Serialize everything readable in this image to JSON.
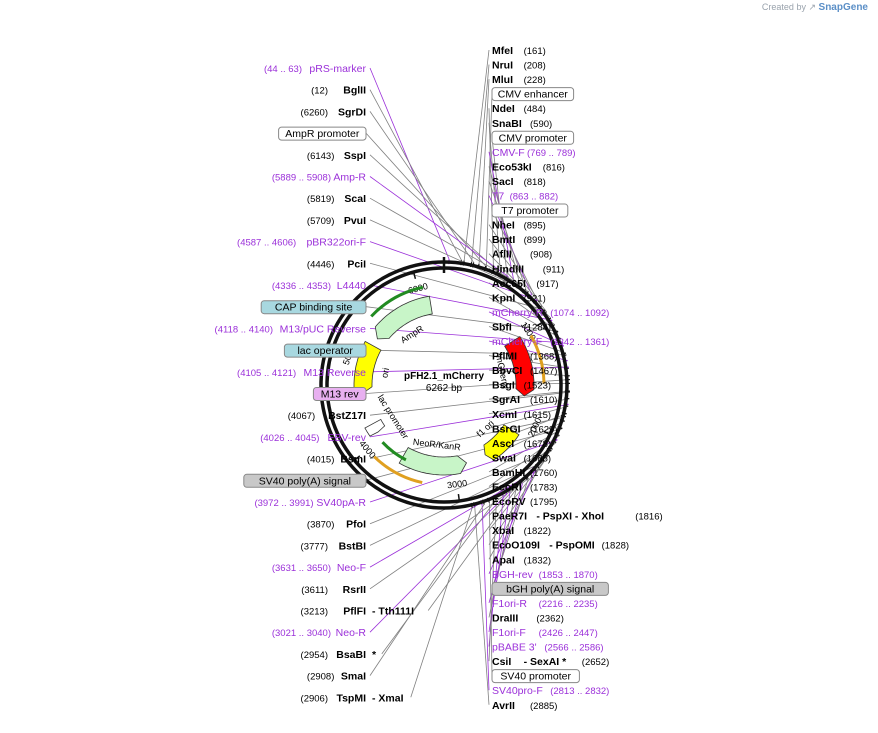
{
  "watermark": {
    "prefix": "Created by",
    "brand": "SnapGene"
  },
  "colors": {
    "enzyme": "#000000",
    "primer": "#9b30d9",
    "leader": "#808080",
    "feature_border": "#888888",
    "cap_fill": "#a8d8e0",
    "m13_fill": "#e8b0f0",
    "terminator_fill": "#c8c8c8",
    "ampr_fill": "#c8f5c8",
    "mcherry_fill": "#ff0000",
    "ori_fill": "#ffff00",
    "promoter_arrow": "#e0a020",
    "green_arrow": "#228b22"
  },
  "map": {
    "name": "pFH2.1_mCherry",
    "size_label": "6262 bp",
    "total_bp": 6262,
    "ticks": [
      {
        "bp": 1000,
        "label": "1000"
      },
      {
        "bp": 2000,
        "label": "2000"
      },
      {
        "bp": 3000,
        "label": "3000"
      },
      {
        "bp": 4000,
        "label": "4000"
      },
      {
        "bp": 5000,
        "label": "5000"
      },
      {
        "bp": 6000,
        "label": "6000"
      }
    ],
    "features": [
      {
        "name": "mCherry",
        "label": "mCherry",
        "start": 1000,
        "end": 1700,
        "kind": "cds",
        "color": "#ff0000",
        "dir": 1
      },
      {
        "name": "f1 ori",
        "label": "f1 ori",
        "start": 2150,
        "end": 2600,
        "kind": "ori",
        "color": "#ffff00",
        "dir": 1
      },
      {
        "name": "AmpR",
        "label": "AmpR",
        "start": 5300,
        "end": 6100,
        "kind": "cds",
        "color": "#c8f5c8",
        "dir": -1
      },
      {
        "name": "ori",
        "label": "ori",
        "start": 4600,
        "end": 5200,
        "kind": "ori",
        "color": "#ffff00",
        "dir": -1
      },
      {
        "name": "NeoR/KanR",
        "label": "NeoR/KanR",
        "start": 2850,
        "end": 3650,
        "kind": "cds",
        "color": "#c8f5c8",
        "dir": -1
      },
      {
        "name": "lac promoter",
        "label": "lac promoter",
        "start": 4080,
        "end": 4200,
        "kind": "cds",
        "color": "#ffffff",
        "dir": -1
      }
    ]
  },
  "labels_right": [
    {
      "pos": "(161)",
      "name": "MfeI",
      "kind": "enzyme",
      "side": "left"
    },
    {
      "pos": "(208)",
      "name": "NruI",
      "kind": "enzyme",
      "side": "right"
    },
    {
      "pos": "(228)",
      "name": "MluI",
      "kind": "enzyme",
      "side": "right"
    },
    {
      "name": "CMV enhancer",
      "kind": "feature"
    },
    {
      "pos": "(484)",
      "name": "NdeI",
      "kind": "enzyme"
    },
    {
      "pos": "(590)",
      "name": "SnaBI",
      "kind": "enzyme"
    },
    {
      "name": "CMV promoter",
      "kind": "feature"
    },
    {
      "pos": "(769 .. 789)",
      "name": "CMV-F",
      "kind": "primer"
    },
    {
      "pos": "(816)",
      "name": "Eco53kI",
      "kind": "enzyme"
    },
    {
      "pos": "(818)",
      "name": "SacI",
      "kind": "enzyme"
    },
    {
      "pos": "(863 .. 882)",
      "name": "T7",
      "kind": "primer"
    },
    {
      "name": "T7 promoter",
      "kind": "feature"
    },
    {
      "pos": "(895)",
      "name": "NheI",
      "kind": "enzyme"
    },
    {
      "pos": "(899)",
      "name": "BmtI",
      "kind": "enzyme"
    },
    {
      "pos": "(908)",
      "name": "AflII",
      "kind": "enzyme"
    },
    {
      "pos": "(911)",
      "name": "HindIII",
      "kind": "enzyme"
    },
    {
      "pos": "(917)",
      "name": "Acc65I",
      "kind": "enzyme"
    },
    {
      "pos": "(921)",
      "name": "KpnI",
      "kind": "enzyme"
    },
    {
      "pos": "(1074 .. 1092)",
      "name": "mCherry-R",
      "kind": "primer"
    },
    {
      "pos": "(1284)",
      "name": "SbfI",
      "kind": "enzyme"
    },
    {
      "pos": "(1342 .. 1361)",
      "name": "mCherry-F",
      "kind": "primer"
    },
    {
      "pos": "(1368)",
      "name": "PflMI",
      "kind": "enzyme"
    },
    {
      "pos": "(1467)",
      "name": "BbvCI",
      "kind": "enzyme"
    },
    {
      "pos": "(1523)",
      "name": "BsgI",
      "kind": "enzyme"
    },
    {
      "pos": "(1610)",
      "name": "SgrAI",
      "kind": "enzyme"
    },
    {
      "pos": "(1615)",
      "name": "XcmI",
      "kind": "enzyme"
    },
    {
      "pos": "(1629)",
      "name": "BsrGI",
      "kind": "enzyme"
    },
    {
      "pos": "(1678)",
      "name": "AscI",
      "kind": "enzyme"
    },
    {
      "pos": "(1688)",
      "name": "SwaI",
      "kind": "enzyme"
    },
    {
      "pos": "(1760)",
      "name": "BamHI",
      "kind": "enzyme"
    },
    {
      "pos": "(1783)",
      "name": "EcoRI",
      "kind": "enzyme"
    },
    {
      "pos": "(1795)",
      "name": "EcoRV",
      "kind": "enzyme"
    },
    {
      "pos": "(1816)",
      "name": "PaeR7I",
      "extra": "- PspXI   - XhoI",
      "kind": "enzyme"
    },
    {
      "pos": "(1822)",
      "name": "XbaI",
      "kind": "enzyme"
    },
    {
      "pos": "(1828)",
      "name": "EcoO109I",
      "extra": "- PspOMI",
      "kind": "enzyme"
    },
    {
      "pos": "(1832)",
      "name": "ApaI",
      "kind": "enzyme"
    },
    {
      "pos": "(1853 .. 1870)",
      "name": "BGH-rev",
      "kind": "primer"
    },
    {
      "name": "bGH poly(A) signal",
      "kind": "feature_gray"
    },
    {
      "pos": "(2216 .. 2235)",
      "name": "F1ori-R",
      "kind": "primer"
    },
    {
      "pos": "(2362)",
      "name": "DraIII",
      "kind": "enzyme"
    },
    {
      "pos": "(2426 .. 2447)",
      "name": "F1ori-F",
      "kind": "primer"
    },
    {
      "pos": "(2566 .. 2586)",
      "name": "pBABE 3'",
      "kind": "primer"
    },
    {
      "pos": "(2652)",
      "name": "CsiI",
      "extra": "- SexAI *",
      "kind": "enzyme"
    },
    {
      "name": "SV40 promoter",
      "kind": "feature"
    },
    {
      "pos": "(2813 .. 2832)",
      "name": "SV40pro-F",
      "kind": "primer"
    },
    {
      "pos": "(2885)",
      "name": "AvrII",
      "kind": "enzyme"
    }
  ],
  "labels_left": [
    {
      "pos": "(44 .. 63)",
      "name": "pRS-marker",
      "kind": "primer"
    },
    {
      "pos": "(12)",
      "name": "BglII",
      "kind": "enzyme"
    },
    {
      "pos": "(6260)",
      "name": "SgrDI",
      "kind": "enzyme"
    },
    {
      "name": "AmpR promoter",
      "kind": "feature"
    },
    {
      "pos": "(6143)",
      "name": "SspI",
      "kind": "enzyme"
    },
    {
      "pos": "(5889 .. 5908)",
      "name": "Amp-R",
      "kind": "primer"
    },
    {
      "pos": "(5819)",
      "name": "ScaI",
      "kind": "enzyme"
    },
    {
      "pos": "(5709)",
      "name": "PvuI",
      "kind": "enzyme"
    },
    {
      "pos": "(4587 .. 4606)",
      "name": "pBR322ori-F",
      "kind": "primer"
    },
    {
      "pos": "(4446)",
      "name": "PciI",
      "kind": "enzyme"
    },
    {
      "pos": "(4336 .. 4353)",
      "name": "L4440",
      "kind": "primer"
    },
    {
      "name": "CAP binding site",
      "kind": "feature_cap"
    },
    {
      "pos": "(4118 .. 4140)",
      "name": "M13/pUC Reverse",
      "kind": "primer"
    },
    {
      "name": "lac operator",
      "kind": "feature_cap"
    },
    {
      "pos": "(4105 .. 4121)",
      "name": "M13 Reverse",
      "kind": "primer"
    },
    {
      "name": "M13 rev",
      "kind": "feature_m13"
    },
    {
      "pos": "(4067)",
      "name": "BstZ17I",
      "kind": "enzyme"
    },
    {
      "pos": "(4026 .. 4045)",
      "name": "EBV-rev",
      "kind": "primer"
    },
    {
      "pos": "(4015)",
      "name": "BsmI",
      "kind": "enzyme"
    },
    {
      "name": "SV40 poly(A) signal",
      "kind": "feature_gray"
    },
    {
      "pos": "(3972 .. 3991)",
      "name": "SV40pA-R",
      "kind": "primer"
    },
    {
      "pos": "(3870)",
      "name": "PfoI",
      "kind": "enzyme"
    },
    {
      "pos": "(3777)",
      "name": "BstBI",
      "kind": "enzyme"
    },
    {
      "pos": "(3631 .. 3650)",
      "name": "Neo-F",
      "kind": "primer"
    },
    {
      "pos": "(3611)",
      "name": "RsrII",
      "kind": "enzyme"
    },
    {
      "pos": "(3213)",
      "name": "PflFI",
      "extra": "- Tth111I",
      "kind": "enzyme"
    },
    {
      "pos": "(3021 .. 3040)",
      "name": "Neo-R",
      "kind": "primer"
    },
    {
      "pos": "(2954)",
      "name": "BsaBI",
      "extra": "*",
      "kind": "enzyme"
    },
    {
      "pos": "(2908)",
      "name": "SmaI",
      "kind": "enzyme"
    },
    {
      "pos": "(2906)",
      "name": "TspMI",
      "extra": "- XmaI",
      "kind": "enzyme"
    }
  ]
}
